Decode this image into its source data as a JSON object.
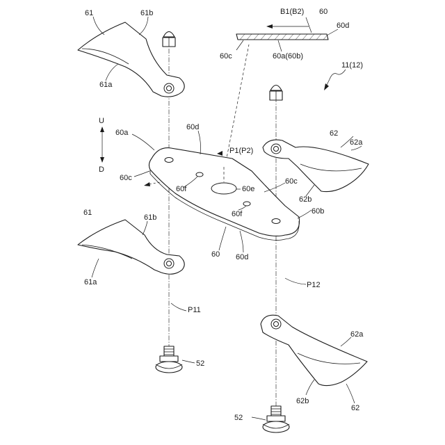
{
  "labels": {
    "blade_left_top": "61",
    "blade_left_top_edge": "61b",
    "blade_left_top_cut": "61a",
    "blade_left_bottom": "61",
    "blade_left_bottom_edge": "61b",
    "blade_left_bottom_cut": "61a",
    "blade_right_upper": "62",
    "blade_right_upper_cut": "62a",
    "blade_right_upper_edge": "62b",
    "blade_right_lower_cut": "62a",
    "blade_right_lower_edge": "62b",
    "blade_right_lower": "62",
    "detail_rotation": "B1(B2)",
    "detail_plate": "60",
    "detail_edge_d": "60d",
    "detail_edge_c": "60c",
    "detail_face": "60a(60b)",
    "assembly": "11(12)",
    "dir_up": "U",
    "dir_down": "D",
    "plate_face_a": "60a",
    "plate_edge_d_top": "60d",
    "plate_point": "P1(P2)",
    "plate_edge_c_left": "60c",
    "plate_hole_f_left": "60f",
    "plate_center_hole": "60e",
    "plate_edge_c_right": "60c",
    "plate_hole_f_right": "60f",
    "plate_face_b": "60b",
    "plate": "60",
    "plate_edge_d_bottom": "60d",
    "axis_left": "P11",
    "axis_right": "P12",
    "bolt_left": "52",
    "bolt_right": "52"
  }
}
